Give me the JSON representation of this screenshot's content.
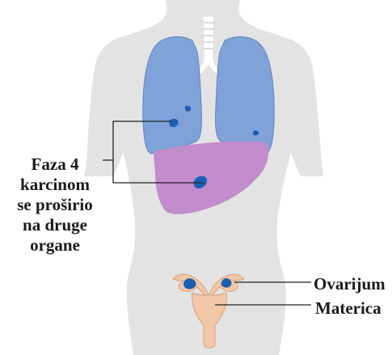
{
  "labels": {
    "stage": [
      "Faza 4",
      "karcinom",
      "se proširio",
      "na druge",
      "organe"
    ],
    "ovary": "Ovarijum",
    "uterus": "Materica"
  },
  "colors": {
    "body": "#e3e3e3",
    "lung": "#7fa2d8",
    "lung_outline": "#6286c0",
    "liver": "#c28ccd",
    "tumor": "#1a5fb3",
    "trachea": "#ffffff",
    "reproductive": "#f2c7a8",
    "reproductive_outline": "#d9a07c",
    "leader_line": "#222222"
  },
  "icons": {
    "body_silhouette": "female-torso-silhouette",
    "organs": [
      "left-lung",
      "right-lung",
      "liver",
      "trachea",
      "uterus",
      "left-ovary",
      "right-ovary"
    ],
    "metastases": [
      "lung-tumor-1",
      "lung-tumor-2",
      "lung-tumor-3",
      "liver-tumor",
      "ovary-tumor-left",
      "ovary-tumor-right"
    ]
  }
}
